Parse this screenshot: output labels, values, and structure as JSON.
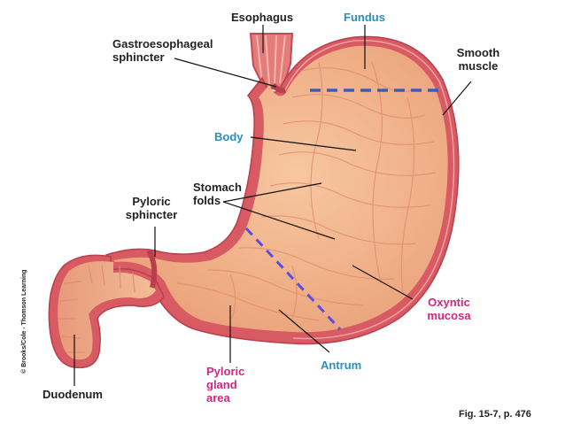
{
  "labels": {
    "esophagus": "Esophagus",
    "fundus": "Fundus",
    "gastroesophageal_sphincter": "Gastroesophageal\nsphincter",
    "smooth_muscle": "Smooth\nmuscle",
    "body": "Body",
    "stomach_folds": "Stomach\nfolds",
    "pyloric_sphincter": "Pyloric\nsphincter",
    "oxyntic_mucosa": "Oxyntic\nmucosa",
    "antrum": "Antrum",
    "pyloric_gland_area": "Pyloric\ngland\narea",
    "duodenum": "Duodenum"
  },
  "credit": "© Brooks/Cole - Thomson Learning",
  "figure_ref": "Fig. 15-7, p. 476",
  "colors": {
    "black_label": "#222222",
    "blue_label": "#2a8fc0",
    "pink_label": "#d4267e",
    "wall": "#d85a62",
    "mucosa": "#f2b48c",
    "fundus_line": "#3a5fb0",
    "antrum_line": "#5a4fe0"
  }
}
